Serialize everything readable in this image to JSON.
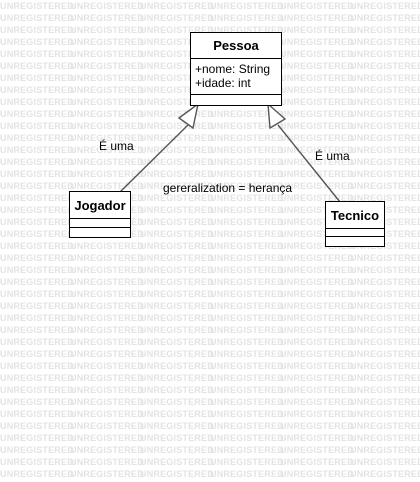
{
  "watermark": {
    "text": "UNREGISTERED"
  },
  "classes": {
    "pessoa": {
      "name": "Pessoa",
      "attributes": [
        "+nome: String",
        "+idade: int"
      ]
    },
    "jogador": {
      "name": "Jogador"
    },
    "tecnico": {
      "name": "Tecnico"
    }
  },
  "relations": {
    "jogador_label": "É uma",
    "tecnico_label": "É uma",
    "note": "gereralization = herança"
  }
}
